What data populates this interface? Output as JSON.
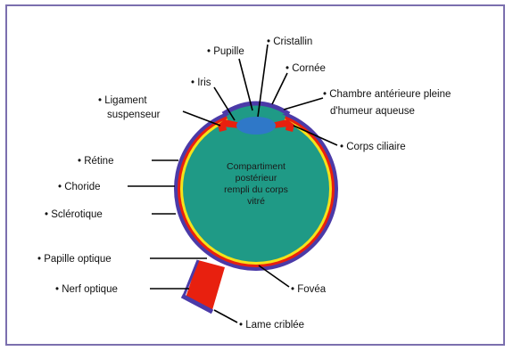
{
  "diagram": {
    "colors": {
      "border": "#7b6fae",
      "sclera": "#4b3aa8",
      "choroid": "#e8200f",
      "retina": "#f5e21a",
      "vitreous": "#1f9a86",
      "lens": "#2f78c8",
      "nerve": "#e8200f"
    },
    "center_text": [
      "Compartiment",
      "postérieur",
      "rempli du corps",
      "vitré"
    ],
    "labels": {
      "pupille": "• Pupille",
      "cristallin": "• Cristallin",
      "cornee": "• Cornée",
      "iris": "• Iris",
      "ligament_1": "• Ligament",
      "ligament_2": "suspenseur",
      "chambre_1": "• Chambre antérieure pleine",
      "chambre_2": "d'humeur aqueuse",
      "corps_ciliaire": "• Corps ciliaire",
      "retine": "• Rétine",
      "choroide": "• Choride",
      "sclerotique": "• Sclérotique",
      "papille": "• Papille optique",
      "nerf": "• Nerf optique",
      "fovea": "• Fovéa",
      "lame": "• Lame criblée"
    }
  }
}
